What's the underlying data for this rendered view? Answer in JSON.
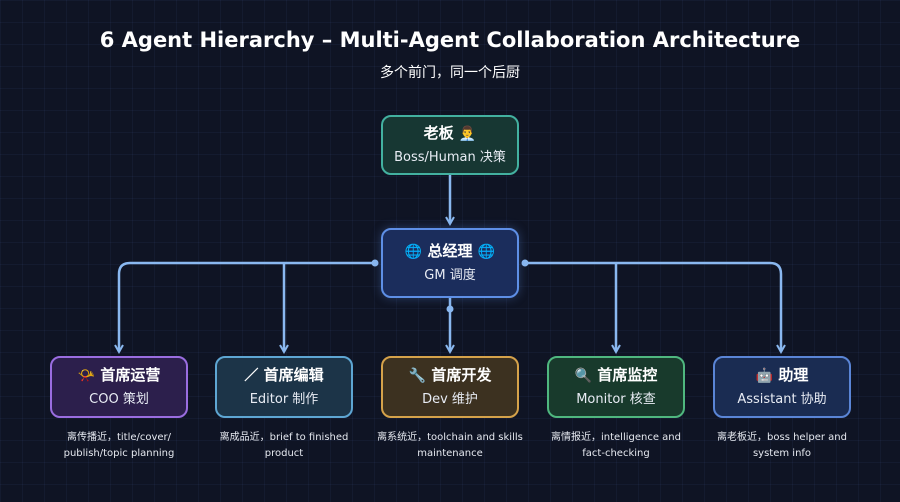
{
  "header": {
    "title": "6 Agent Hierarchy – Multi-Agent Collaboration Architecture",
    "subtitle": "多个前门，同一个后厨"
  },
  "nodes": {
    "boss": {
      "label": "老板",
      "icon": "👨‍💼",
      "icon_name": "businessman-icon",
      "desc": "Boss/Human 决策",
      "color": "#43b1a0"
    },
    "gm": {
      "label": "总经理",
      "icon_left": "🌐",
      "icon_right": "🌐",
      "icon_name": "globe-icon",
      "desc": "GM 调度",
      "color": "#5e8fe6"
    },
    "coo": {
      "icon": "📯",
      "icon_name": "horn-icon",
      "label": "首席运营",
      "desc": "COO 策划",
      "color": "#9a6de0",
      "caption": "离传播近，title/cover/ publish/topic planning"
    },
    "editor": {
      "icon": "／",
      "icon_name": "pen-icon",
      "label": "首席编辑",
      "desc": "Editor 制作",
      "color": "#5ea6d3",
      "caption": "离成品近，brief to finished product"
    },
    "dev": {
      "icon": "🔧",
      "icon_name": "wrench-icon",
      "label": "首席开发",
      "desc": "Dev 维护",
      "color": "#d5a24a",
      "caption": "离系统近，toolchain and skills maintenance"
    },
    "monitor": {
      "icon": "🔍",
      "icon_name": "magnifier-icon",
      "label": "首席监控",
      "desc": "Monitor 核查",
      "color": "#4fb77f",
      "caption": "离情报近，intelligence and fact-checking"
    },
    "assistant": {
      "icon": "🤖",
      "icon_name": "robot-icon",
      "label": "助理",
      "desc": "Assistant 协助",
      "color": "#5a85d6",
      "caption": "离老板近，boss helper and system info"
    }
  },
  "colors": {
    "background": "#0f1424",
    "connector": "#8ab8f0"
  }
}
